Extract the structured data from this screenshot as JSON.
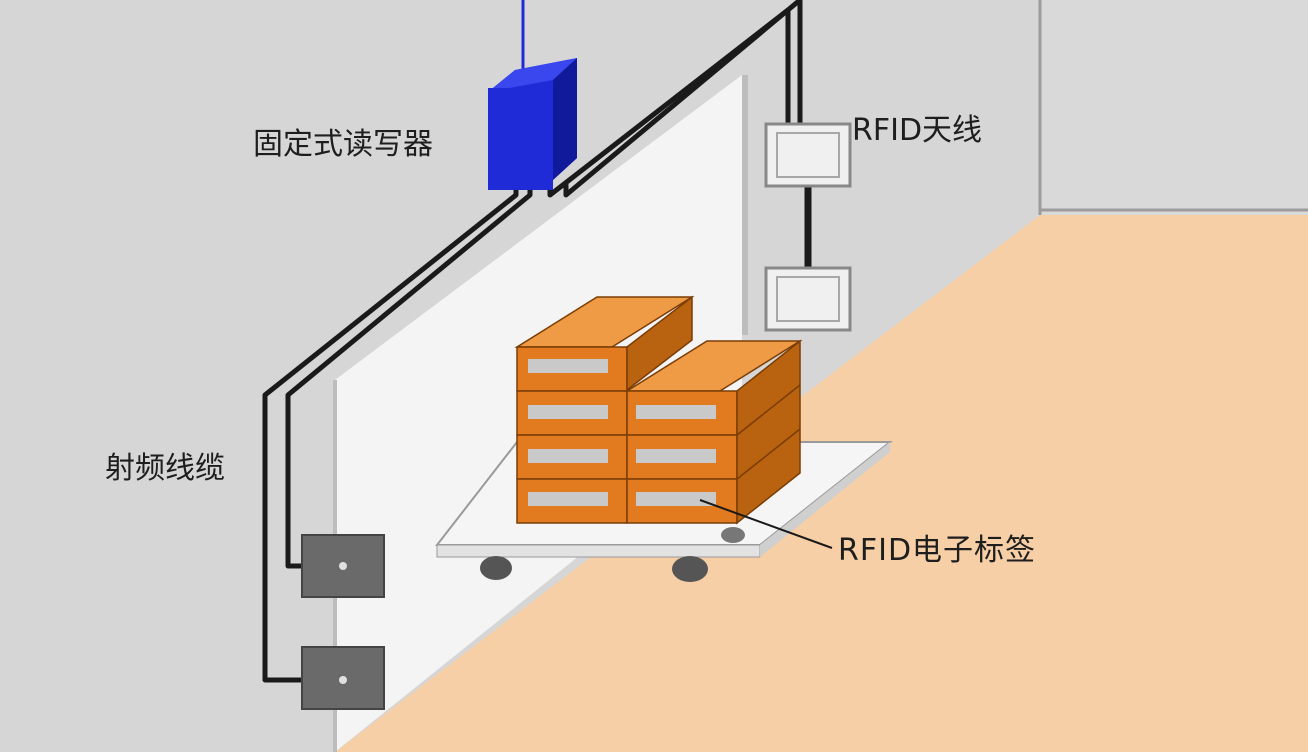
{
  "labels": {
    "reader": "固定式读写器",
    "antenna": "RFID天线",
    "cable": "射频线缆",
    "tag": "RFID电子标签"
  },
  "colors": {
    "wall": "#d6d6d6",
    "gate_panel": "#f4f4f4",
    "floor": "#f7cfa6",
    "reader": "#1f2bd6",
    "box_front": "#e27a1f",
    "box_top": "#ef9a44",
    "box_side": "#b9620f",
    "tag_strip": "#c9c9c9",
    "cable": "#1a1a1a"
  },
  "icons": {
    "reader": "fixed-rfid-reader-device",
    "antenna": "rfid-antenna-panel",
    "tag": "rfid-tag-label",
    "cart": "pallet-cart"
  }
}
